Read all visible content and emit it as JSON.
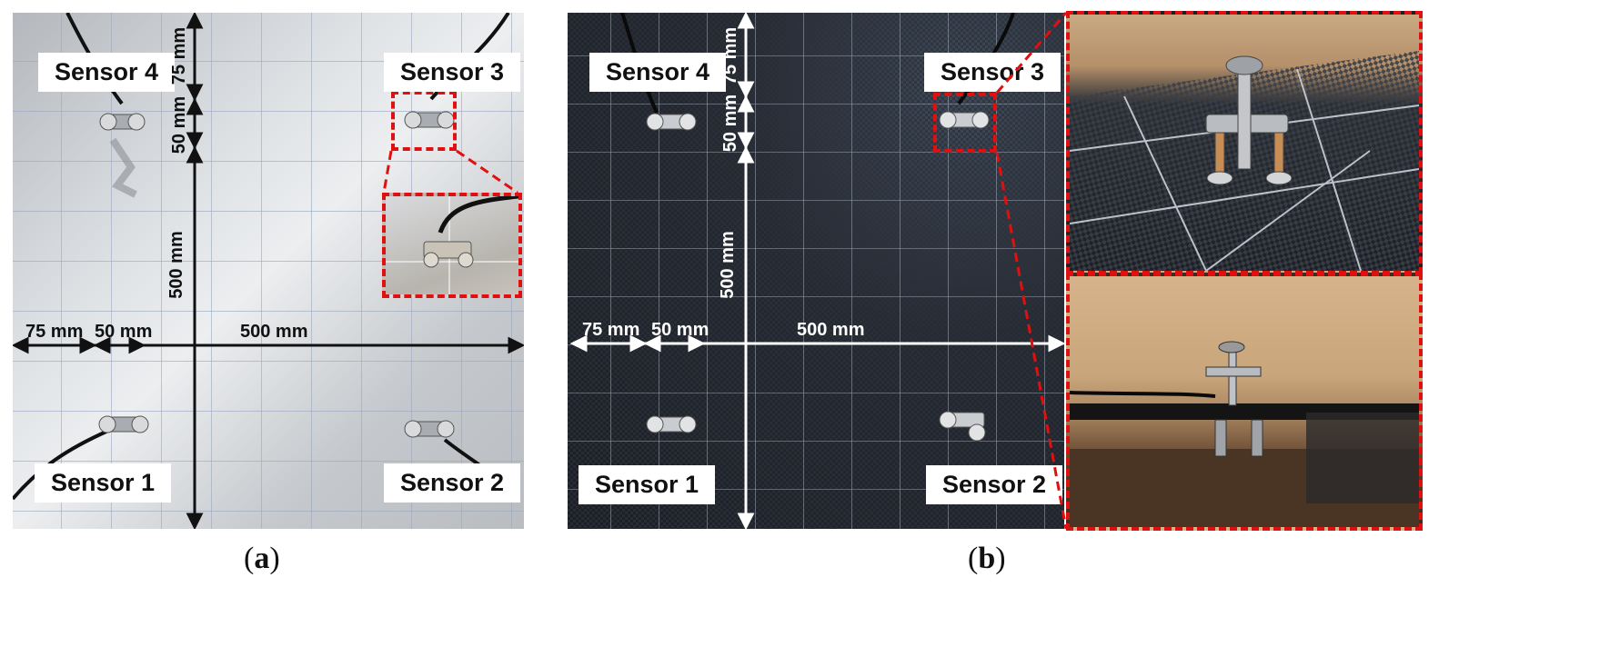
{
  "panel_a": {
    "sensors": {
      "s1": "Sensor 1",
      "s2": "Sensor 2",
      "s3": "Sensor 3",
      "s4": "Sensor 4"
    },
    "dims": {
      "top_v": "75 mm",
      "mid_v": "50 mm",
      "long_v": "500 mm",
      "left_h": "75 mm",
      "mid_h": "50 mm",
      "long_h": "500 mm"
    },
    "caption_open": "(",
    "caption_letter": "a",
    "caption_close": ")"
  },
  "panel_b": {
    "sensors": {
      "s1": "Sensor 1",
      "s2": "Sensor 2",
      "s3": "Sensor 3",
      "s4": "Sensor 4"
    },
    "dims": {
      "top_v": "75 mm",
      "mid_v": "50 mm",
      "long_v": "500 mm",
      "left_h": "75 mm",
      "mid_h": "50 mm",
      "long_h": "500 mm"
    },
    "caption_open": "(",
    "caption_letter": "b",
    "caption_close": ")"
  },
  "colors": {
    "aluminum": "#c9ccd0",
    "carbon": "#1b1e24",
    "highlight": "#e01010",
    "wood": "#caa57a"
  }
}
